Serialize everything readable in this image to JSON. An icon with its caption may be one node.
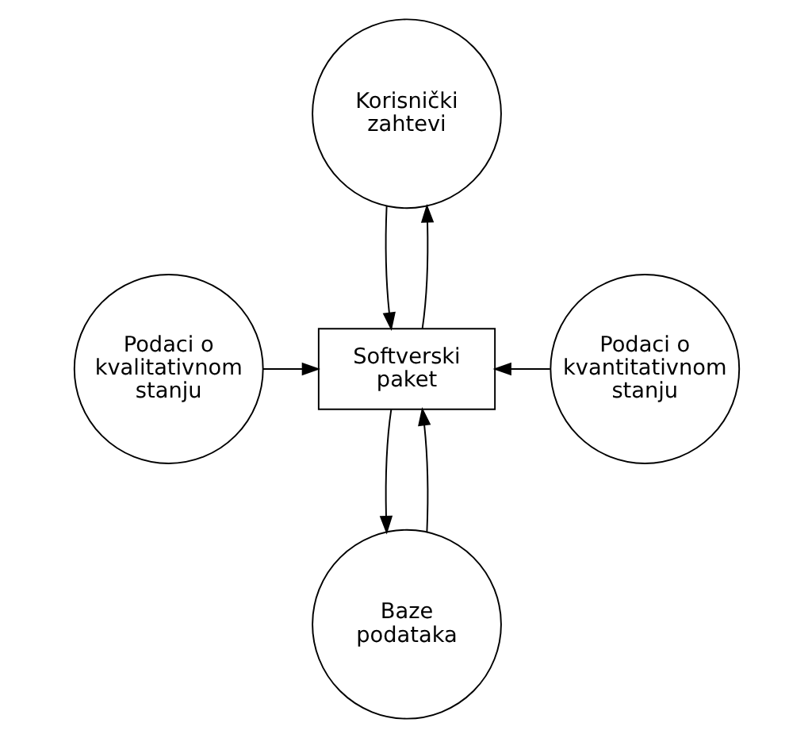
{
  "diagram": {
    "nodes": [
      {
        "text": [
          "Korisnički zahtevi"
        ]
      },
      {
        "text": [
          "Podaci o kvalitativnom stanju"
        ]
      },
      {
        "text": [
          "Softverski paket"
        ]
      },
      {
        "text": [
          "Podaci o kvantitativnom stanju"
        ]
      },
      {
        "text": [
          "Baze podataka"
        ]
      }
    ],
    "edges": [
      {
        "from": 0,
        "to": 2,
        "arrow": "to"
      },
      {
        "from": 2,
        "to": 0,
        "arrow": "to"
      },
      {
        "from": 1,
        "to": 2,
        "arrow": "to"
      },
      {
        "from": 3,
        "to": 2,
        "arrow": "to"
      },
      {
        "from": 4,
        "to": 2,
        "arrow": "to"
      },
      {
        "from": 2,
        "to": 4,
        "arrow": "to"
      }
    ]
  }
}
